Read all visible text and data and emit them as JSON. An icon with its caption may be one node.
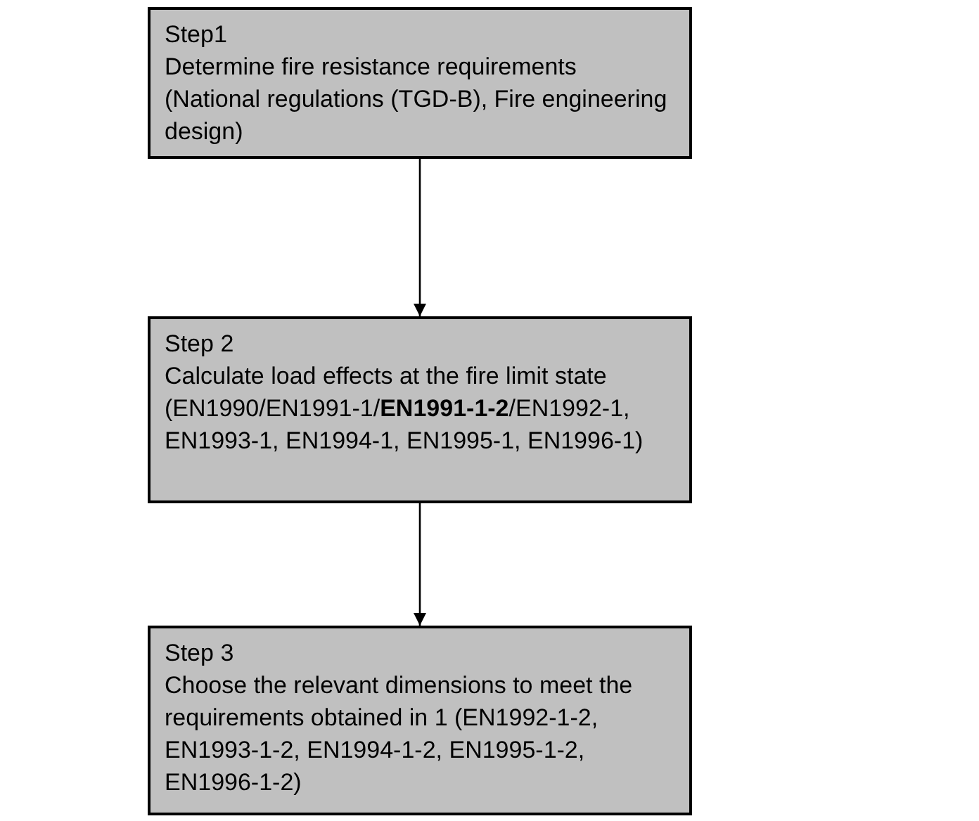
{
  "diagram": {
    "nodes": [
      {
        "text": [
          "Step1",
          "Determine fire resistance requirements (National regulations (TGD-B), Fire engineering design)"
        ]
      },
      {
        "text": [
          "Step 2",
          "Calculate load effects at the fire limit state (EN1990/EN1991-1/**EN1991-1-2**/EN1992-1, EN1993-1, EN1994-1, EN1995-1, EN1996-1)"
        ]
      },
      {
        "text": [
          "Step 3",
          "Choose the relevant dimensions to meet the requirements obtained in 1 (EN1992-1-2, EN1993-1-2, EN1994-1-2, EN1995-1-2, EN1996-1-2)"
        ]
      }
    ],
    "edges": [
      {
        "from": 0,
        "to": 1,
        "arrow": "to"
      },
      {
        "from": 1,
        "to": 2,
        "arrow": "to"
      }
    ]
  }
}
